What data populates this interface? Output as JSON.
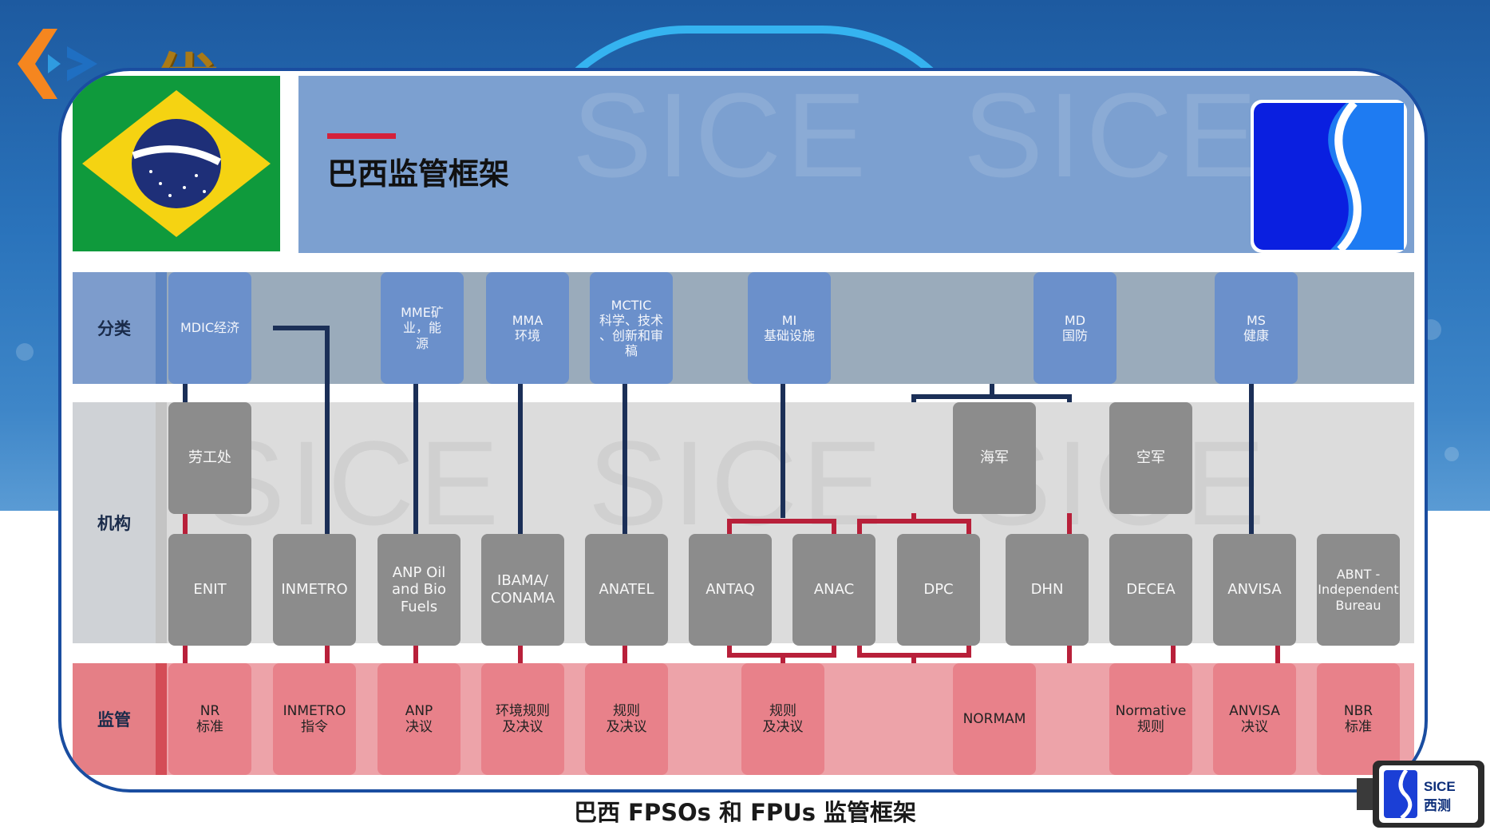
{
  "brand": {
    "name": "优弘"
  },
  "header": {
    "title": "巴西监管框架",
    "watermark": "SICE"
  },
  "rows": {
    "classification": "分类",
    "organization": "机构",
    "regulation": "监管"
  },
  "classification": [
    {
      "id": "mdic",
      "label": "MDIC经济"
    },
    {
      "id": "mme",
      "label": "MME矿\n业，能\n源"
    },
    {
      "id": "mma",
      "label": "MMA\n环境"
    },
    {
      "id": "mctic",
      "label": "MCTIC\n科学、技术\n、创新和审\n稿"
    },
    {
      "id": "mi",
      "label": "MI\n基础设施"
    },
    {
      "id": "md",
      "label": "MD\n国防"
    },
    {
      "id": "ms",
      "label": "MS\n健康"
    }
  ],
  "organizations_upper": [
    {
      "id": "labor",
      "label": "劳工处"
    },
    {
      "id": "navy",
      "label": "海军"
    },
    {
      "id": "airforce",
      "label": "空军"
    }
  ],
  "organizations": [
    {
      "id": "enit",
      "label": "ENIT"
    },
    {
      "id": "inmetro",
      "label": "INMETRO"
    },
    {
      "id": "anp",
      "label": "ANP Oil\nand Bio\nFuels"
    },
    {
      "id": "ibama",
      "label": "IBAMA/\nCONAMA"
    },
    {
      "id": "anatel",
      "label": "ANATEL"
    },
    {
      "id": "antaq",
      "label": "ANTAQ"
    },
    {
      "id": "anac",
      "label": "ANAC"
    },
    {
      "id": "dpc",
      "label": "DPC"
    },
    {
      "id": "dhn",
      "label": "DHN"
    },
    {
      "id": "decea",
      "label": "DECEA"
    },
    {
      "id": "anvisa",
      "label": "ANVISA"
    },
    {
      "id": "abnt",
      "label": "ABNT -\nIndependent\nBureau"
    }
  ],
  "regulations": [
    {
      "id": "nr",
      "label": "NR\n标准"
    },
    {
      "id": "inmetro_reg",
      "label": "INMETRO\n指令"
    },
    {
      "id": "anp_reg",
      "label": "ANP\n决议"
    },
    {
      "id": "env_reg",
      "label": "环境规则\n及决议"
    },
    {
      "id": "anatel_reg",
      "label": "规则\n及决议"
    },
    {
      "id": "mi_reg",
      "label": "规则\n及决议"
    },
    {
      "id": "normam",
      "label": "NORMAM"
    },
    {
      "id": "normative",
      "label": "Normative\n规则"
    },
    {
      "id": "anvisa_reg",
      "label": "ANVISA\n决议"
    },
    {
      "id": "nbr",
      "label": "NBR\n标准"
    }
  ],
  "caption": "巴西 FPSOs 和 FPUs 监管框架",
  "corner_logo": {
    "line1": "SICE",
    "line2": "西测"
  },
  "colors": {
    "header": "#7ca0d0",
    "classification_box": "#6b90cb",
    "org_box": "#8c8c8c",
    "reg_box": "#e8818a",
    "line_navy": "#1b2f57",
    "line_red": "#b8203a"
  }
}
